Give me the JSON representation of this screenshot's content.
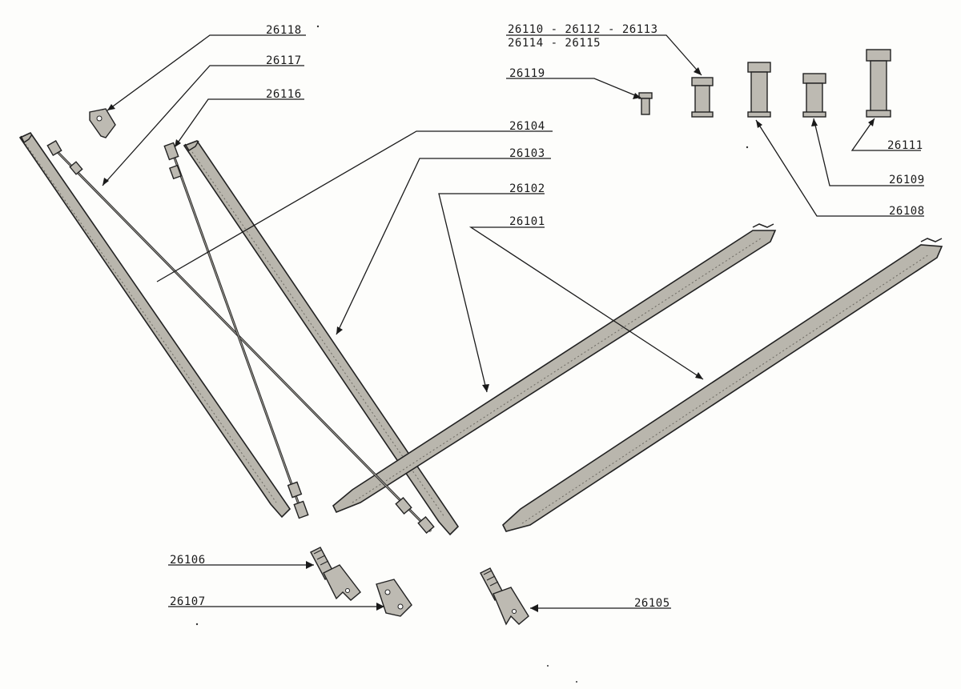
{
  "labels": {
    "p26101": "26101",
    "p26102": "26102",
    "p26103": "26103",
    "p26104": "26104",
    "p26105": "26105",
    "p26106": "26106",
    "p26107": "26107",
    "p26108": "26108",
    "p26109": "26109",
    "p26110_line1": "26110  -  26112 - 26113",
    "p26110_line2": "26114  -  26115",
    "p26111": "26111",
    "p26116": "26116",
    "p26117": "26117",
    "p26118": "26118",
    "p26119": "26119"
  },
  "colors": {
    "ink": "#1a1a1a",
    "paper": "#fdfdfb",
    "part_fill": "#b9b6ad"
  }
}
